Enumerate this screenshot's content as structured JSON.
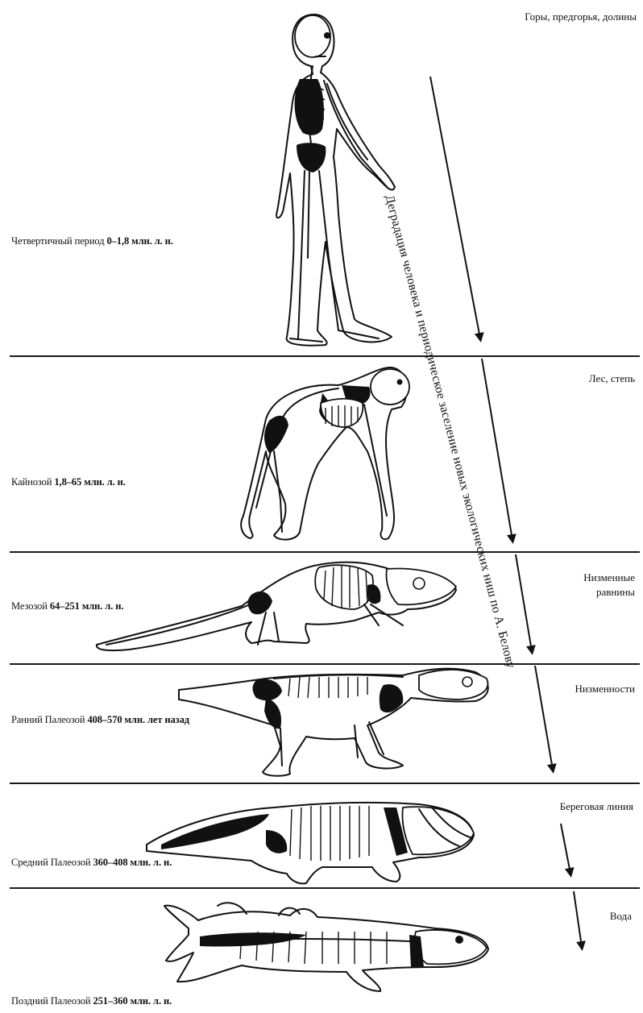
{
  "caption": "Деградация человека и периодическое заселение новых экологических ниш по А. Белову",
  "eras": [
    {
      "name": "Четвертичный период ",
      "range": "0–1,8 млн. л. н.",
      "habitat": "Горы, предгорья, долины"
    },
    {
      "name": "Кайнозой ",
      "range": "1,8–65 млн. л. н.",
      "habitat": "Лес, степь"
    },
    {
      "name": "Мезозой ",
      "range": "64–251 млн. л. н.",
      "habitat_line1": "Низменные",
      "habitat_line2": "равнины"
    },
    {
      "name": "Ранний Палеозой ",
      "range": "408–570 млн. лет назад",
      "habitat": "Низменности"
    },
    {
      "name": "Средний Палеозой ",
      "range": "360–408 млн. л. н.",
      "habitat": "Береговая линия"
    },
    {
      "name": "Поздний Палеозой ",
      "range": "251–360 млн. л. н.",
      "habitat": "Вода"
    }
  ],
  "figures": [
    "human-skeleton",
    "ape-skeleton",
    "lizard-skeleton",
    "amphibian-skeleton",
    "lobe-fin-skeleton",
    "fish-skeleton"
  ]
}
